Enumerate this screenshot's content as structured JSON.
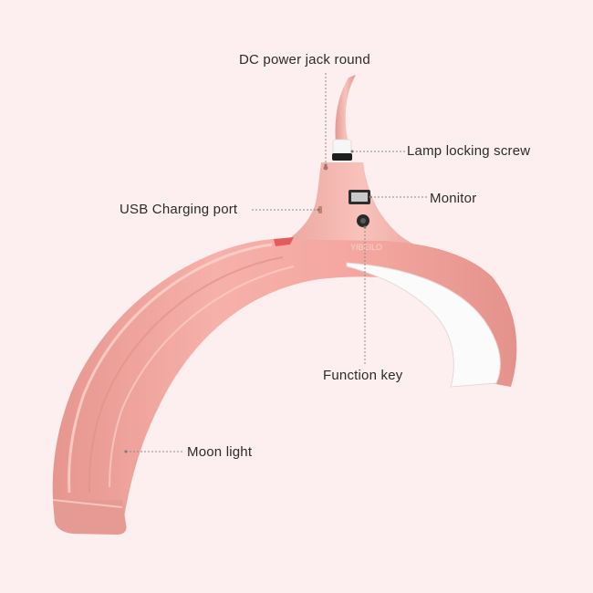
{
  "labels": {
    "dc_power_jack": "DC  power jack round",
    "lamp_locking_screw": "Lamp locking screw",
    "monitor": "Monitor",
    "usb_charging_port": "USB Charging port",
    "function_key": "Function key",
    "moon_light": "Moon light"
  },
  "brand_mark": "YIBEILO",
  "colors": {
    "background": "#fdeff0",
    "lamp_body": "#f4a9a2",
    "lamp_shadow": "#e08d86",
    "lamp_highlight": "#fbd3cd",
    "light_panel": "#fbfbfb",
    "leader_line": "#8a8a8a"
  }
}
